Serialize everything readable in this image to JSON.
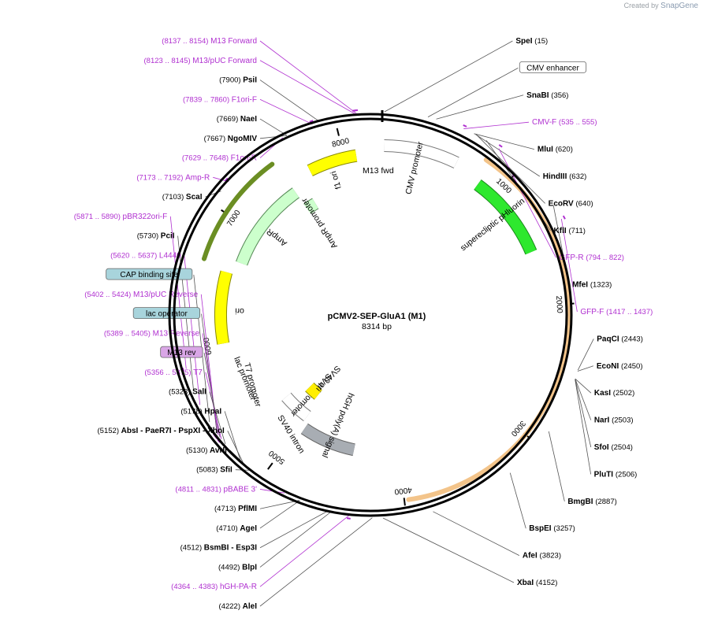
{
  "branding": {
    "created_by": "Created by",
    "app": "SnapGene"
  },
  "plasmid": {
    "name": "pCMV2-SEP-GluA1 (M1)",
    "length_label": "8314 bp",
    "length": 8314
  },
  "scale_ticks": [
    {
      "bp": 1000,
      "label": "1000"
    },
    {
      "bp": 2000,
      "label": "2000"
    },
    {
      "bp": 3000,
      "label": "3000"
    },
    {
      "bp": 4000,
      "label": "4000"
    },
    {
      "bp": 5000,
      "label": "5000"
    },
    {
      "bp": 6000,
      "label": "6000"
    },
    {
      "bp": 7000,
      "label": "7000"
    },
    {
      "bp": 8000,
      "label": "8000"
    }
  ],
  "features": [
    {
      "name": "CMV promoter",
      "start": 15,
      "end": 600,
      "color": "#ffffff",
      "stroke": "#777777",
      "label": "CMV promoter"
    },
    {
      "name": "superecliptic pHluorin",
      "start": 835,
      "end": 1550,
      "color": "#2ee82e",
      "stroke": "#1a8a1a",
      "label": "superecliptic pHluorin"
    },
    {
      "name": "hGH poly(A) signal",
      "start": 4430,
      "end": 4950,
      "color": "#a8adb3",
      "stroke": "#666666",
      "label": "hGH poly(A) signal"
    },
    {
      "name": "SV40 promoter",
      "start": 5000,
      "end": 5300,
      "color": "#ffffff",
      "stroke": "#777777",
      "label": "SV40 promoter"
    },
    {
      "name": "SV40 ori",
      "start": 5050,
      "end": 5200,
      "color": "#ffee00",
      "stroke": "#888800",
      "label": "SV40 ori"
    },
    {
      "name": "ori",
      "start": 6000,
      "end": 6590,
      "color": "#ffff00",
      "stroke": "#888800",
      "label": "ori"
    },
    {
      "name": "AmpR",
      "start": 6700,
      "end": 7500,
      "color": "#ccffcc",
      "stroke": "#558855",
      "label": "AmpR"
    },
    {
      "name": "AmpR promoter",
      "start": 7500,
      "end": 7600,
      "color": "#ccffcc",
      "stroke": "#558855",
      "label": "AmpR promoter"
    },
    {
      "name": "f1 ori",
      "start": 7700,
      "end": 8100,
      "color": "#ffff00",
      "stroke": "#888800",
      "label": "f1 ori"
    }
  ],
  "small_labels": [
    {
      "text": "M13 fwd"
    },
    {
      "text": "T7 promoter"
    },
    {
      "text": "lac promoter"
    },
    {
      "text": "SV40 intron"
    }
  ],
  "orf_arcs": [
    {
      "start": 780,
      "end": 3970,
      "color": "#f3c48a"
    },
    {
      "start": 6640,
      "end": 7480,
      "color": "#6b8e23"
    }
  ],
  "sites": [
    {
      "name": "SpeI",
      "pos": "(15)",
      "bp": 15,
      "bold": true
    },
    {
      "name": "CMV enhancer",
      "pos": "",
      "bp": 300,
      "boxed": true
    },
    {
      "name": "SnaBI",
      "pos": "(356)",
      "bp": 356,
      "bold": true
    },
    {
      "name": "CMV-F",
      "pos": "(535 .. 555)",
      "bp": 545,
      "primer": true
    },
    {
      "name": "MluI",
      "pos": "(620)",
      "bp": 620,
      "bold": true
    },
    {
      "name": "HindIII",
      "pos": "(632)",
      "bp": 632,
      "bold": true
    },
    {
      "name": "EcoRV",
      "pos": "(640)",
      "bp": 640,
      "bold": true
    },
    {
      "name": "KflI",
      "pos": "(711)",
      "bp": 711,
      "bold": true
    },
    {
      "name": "GFP-R",
      "pos": "(794 .. 822)",
      "bp": 808,
      "primer": true
    },
    {
      "name": "MfeI",
      "pos": "(1323)",
      "bp": 1323,
      "bold": true
    },
    {
      "name": "GFP-F",
      "pos": "(1417 .. 1437)",
      "bp": 1427,
      "primer": true
    },
    {
      "name": "PaqCI",
      "pos": "(2443)",
      "bp": 2443,
      "bold": true
    },
    {
      "name": "EcoNI",
      "pos": "(2450)",
      "bp": 2450,
      "bold": true
    },
    {
      "name": "KasI",
      "pos": "(2502)",
      "bp": 2502,
      "bold": true
    },
    {
      "name": "NarI",
      "pos": "(2503)",
      "bp": 2503,
      "bold": true
    },
    {
      "name": "SfoI",
      "pos": "(2504)",
      "bp": 2504,
      "bold": true
    },
    {
      "name": "PluTI",
      "pos": "(2506)",
      "bp": 2506,
      "bold": true
    },
    {
      "name": "BmgBI",
      "pos": "(2887)",
      "bp": 2887,
      "bold": true
    },
    {
      "name": "BspEI",
      "pos": "(3257)",
      "bp": 3257,
      "bold": true
    },
    {
      "name": "AfeI",
      "pos": "(3823)",
      "bp": 3823,
      "bold": true
    },
    {
      "name": "XbaI",
      "pos": "(4152)",
      "bp": 4152,
      "bold": true
    },
    {
      "name": "AleI",
      "pos": "(4222)",
      "bp": 4222,
      "bold": true
    },
    {
      "name": "hGH-PA-R",
      "pos": "(4364 .. 4383)",
      "bp": 4373,
      "primer": true
    },
    {
      "name": "BlpI",
      "pos": "(4492)",
      "bp": 4492,
      "bold": true
    },
    {
      "name": "BsmBI - Esp3I",
      "pos": "(4512)",
      "bp": 4512,
      "bold": true
    },
    {
      "name": "AgeI",
      "pos": "(4710)",
      "bp": 4710,
      "bold": true
    },
    {
      "name": "PflMI",
      "pos": "(4713)",
      "bp": 4713,
      "bold": true
    },
    {
      "name": "pBABE 3'",
      "pos": "(4811 .. 4831)",
      "bp": 4821,
      "primer": true
    },
    {
      "name": "SfiI",
      "pos": "(5083)",
      "bp": 5083,
      "bold": true
    },
    {
      "name": "AvrII",
      "pos": "(5130)",
      "bp": 5130,
      "bold": true
    },
    {
      "name": "AbsI - PaeR7I - PspXI - XhoI",
      "pos": "(5152)",
      "bp": 5152,
      "bold": true
    },
    {
      "name": "HpaI",
      "pos": "(5178)",
      "bp": 5178,
      "bold": true
    },
    {
      "name": "SalI",
      "pos": "(5323)",
      "bp": 5323,
      "bold": true
    },
    {
      "name": "T7",
      "pos": "(5356 .. 5375)",
      "bp": 5365,
      "primer": true
    },
    {
      "name": "M13 rev",
      "pos": "",
      "bp": 5380,
      "boxed": true,
      "box_color": "#d9a6e6"
    },
    {
      "name": "M13 Reverse",
      "pos": "(5389 .. 5405)",
      "bp": 5397,
      "primer": true
    },
    {
      "name": "lac operator",
      "pos": "",
      "bp": 5410,
      "boxed": true,
      "box_color": "#a8d4dc"
    },
    {
      "name": "M13/pUC Reverse",
      "pos": "(5402 .. 5424)",
      "bp": 5413,
      "primer": true
    },
    {
      "name": "CAP binding site",
      "pos": "",
      "bp": 5500,
      "boxed": true,
      "box_color": "#a8d4dc"
    },
    {
      "name": "L4440",
      "pos": "(5620 .. 5637)",
      "bp": 5628,
      "primer": true
    },
    {
      "name": "PciI",
      "pos": "(5730)",
      "bp": 5730,
      "bold": true
    },
    {
      "name": "pBR322ori-F",
      "pos": "(5871 .. 5890)",
      "bp": 5880,
      "primer": true
    },
    {
      "name": "ScaI",
      "pos": "(7103)",
      "bp": 7103,
      "bold": true
    },
    {
      "name": "Amp-R",
      "pos": "(7173 .. 7192)",
      "bp": 7182,
      "primer": true
    },
    {
      "name": "F1ori-R",
      "pos": "(7629 .. 7648)",
      "bp": 7638,
      "primer": true
    },
    {
      "name": "NgoMIV",
      "pos": "(7667)",
      "bp": 7667,
      "bold": true
    },
    {
      "name": "NaeI",
      "pos": "(7669)",
      "bp": 7669,
      "bold": true
    },
    {
      "name": "F1ori-F",
      "pos": "(7839 .. 7860)",
      "bp": 7850,
      "primer": true
    },
    {
      "name": "PsiI",
      "pos": "(7900)",
      "bp": 7900,
      "bold": true
    },
    {
      "name": "M13/pUC Forward",
      "pos": "(8123 .. 8145)",
      "bp": 8134,
      "primer": true
    },
    {
      "name": "M13 Forward",
      "pos": "(8137 .. 8154)",
      "bp": 8145,
      "primer": true
    }
  ],
  "colors": {
    "primer": "#b030d0",
    "enzyme": "#000000",
    "backbone": "#000000"
  }
}
